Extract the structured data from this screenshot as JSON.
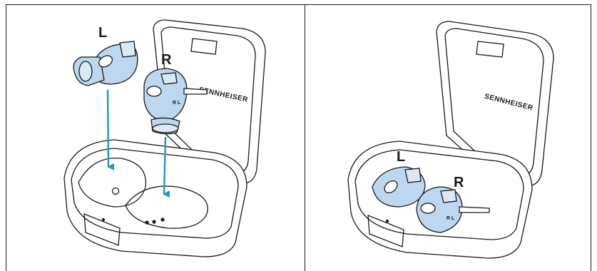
{
  "panels": [
    {
      "labels": {
        "left": "L",
        "right": "R"
      },
      "case_brand": "SENNHEISER",
      "bud_marks": "R L"
    },
    {
      "labels": {
        "left": "L",
        "right": "R"
      },
      "case_brand": "SENNHEISER",
      "bud_marks": "R L"
    }
  ],
  "colors": {
    "earbud_fill": "#bcd7ef",
    "arrow": "#2b95c8",
    "outline": "#1a1a1a",
    "panel_border": "#1a1a1a"
  }
}
